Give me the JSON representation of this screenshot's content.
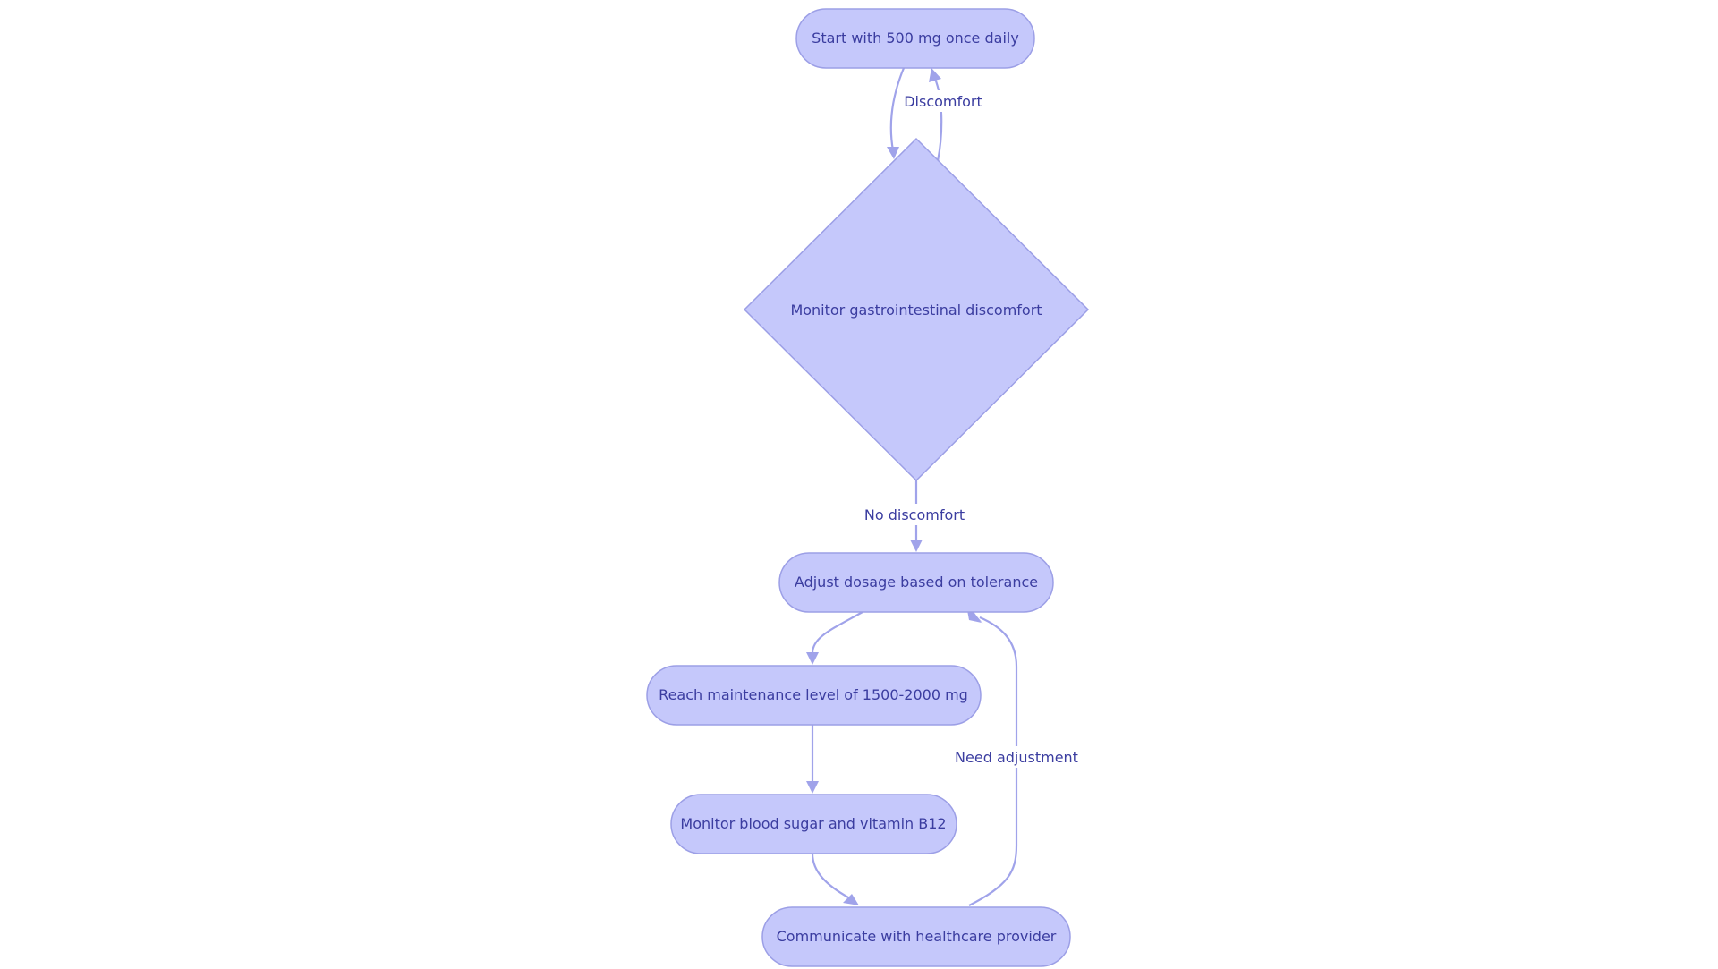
{
  "nodes": {
    "start": {
      "label": "Start with 500 mg once daily"
    },
    "monitor_gi": {
      "label": "Monitor gastrointestinal discomfort"
    },
    "adjust": {
      "label": "Adjust dosage based on tolerance"
    },
    "maintenance": {
      "label": "Reach maintenance level of 1500-2000 mg"
    },
    "monitor_blood": {
      "label": "Monitor blood sugar and vitamin B12"
    },
    "communicate": {
      "label": "Communicate with healthcare provider"
    }
  },
  "edges": {
    "discomfort": {
      "label": "Discomfort"
    },
    "no_discomfort": {
      "label": "No discomfort"
    },
    "need_adjustment": {
      "label": "Need adjustment"
    }
  },
  "colors": {
    "node_fill": "#c5c8fb",
    "node_stroke": "#9c9fe6",
    "edge": "#a0a3ea",
    "text": "#3b3da0"
  }
}
